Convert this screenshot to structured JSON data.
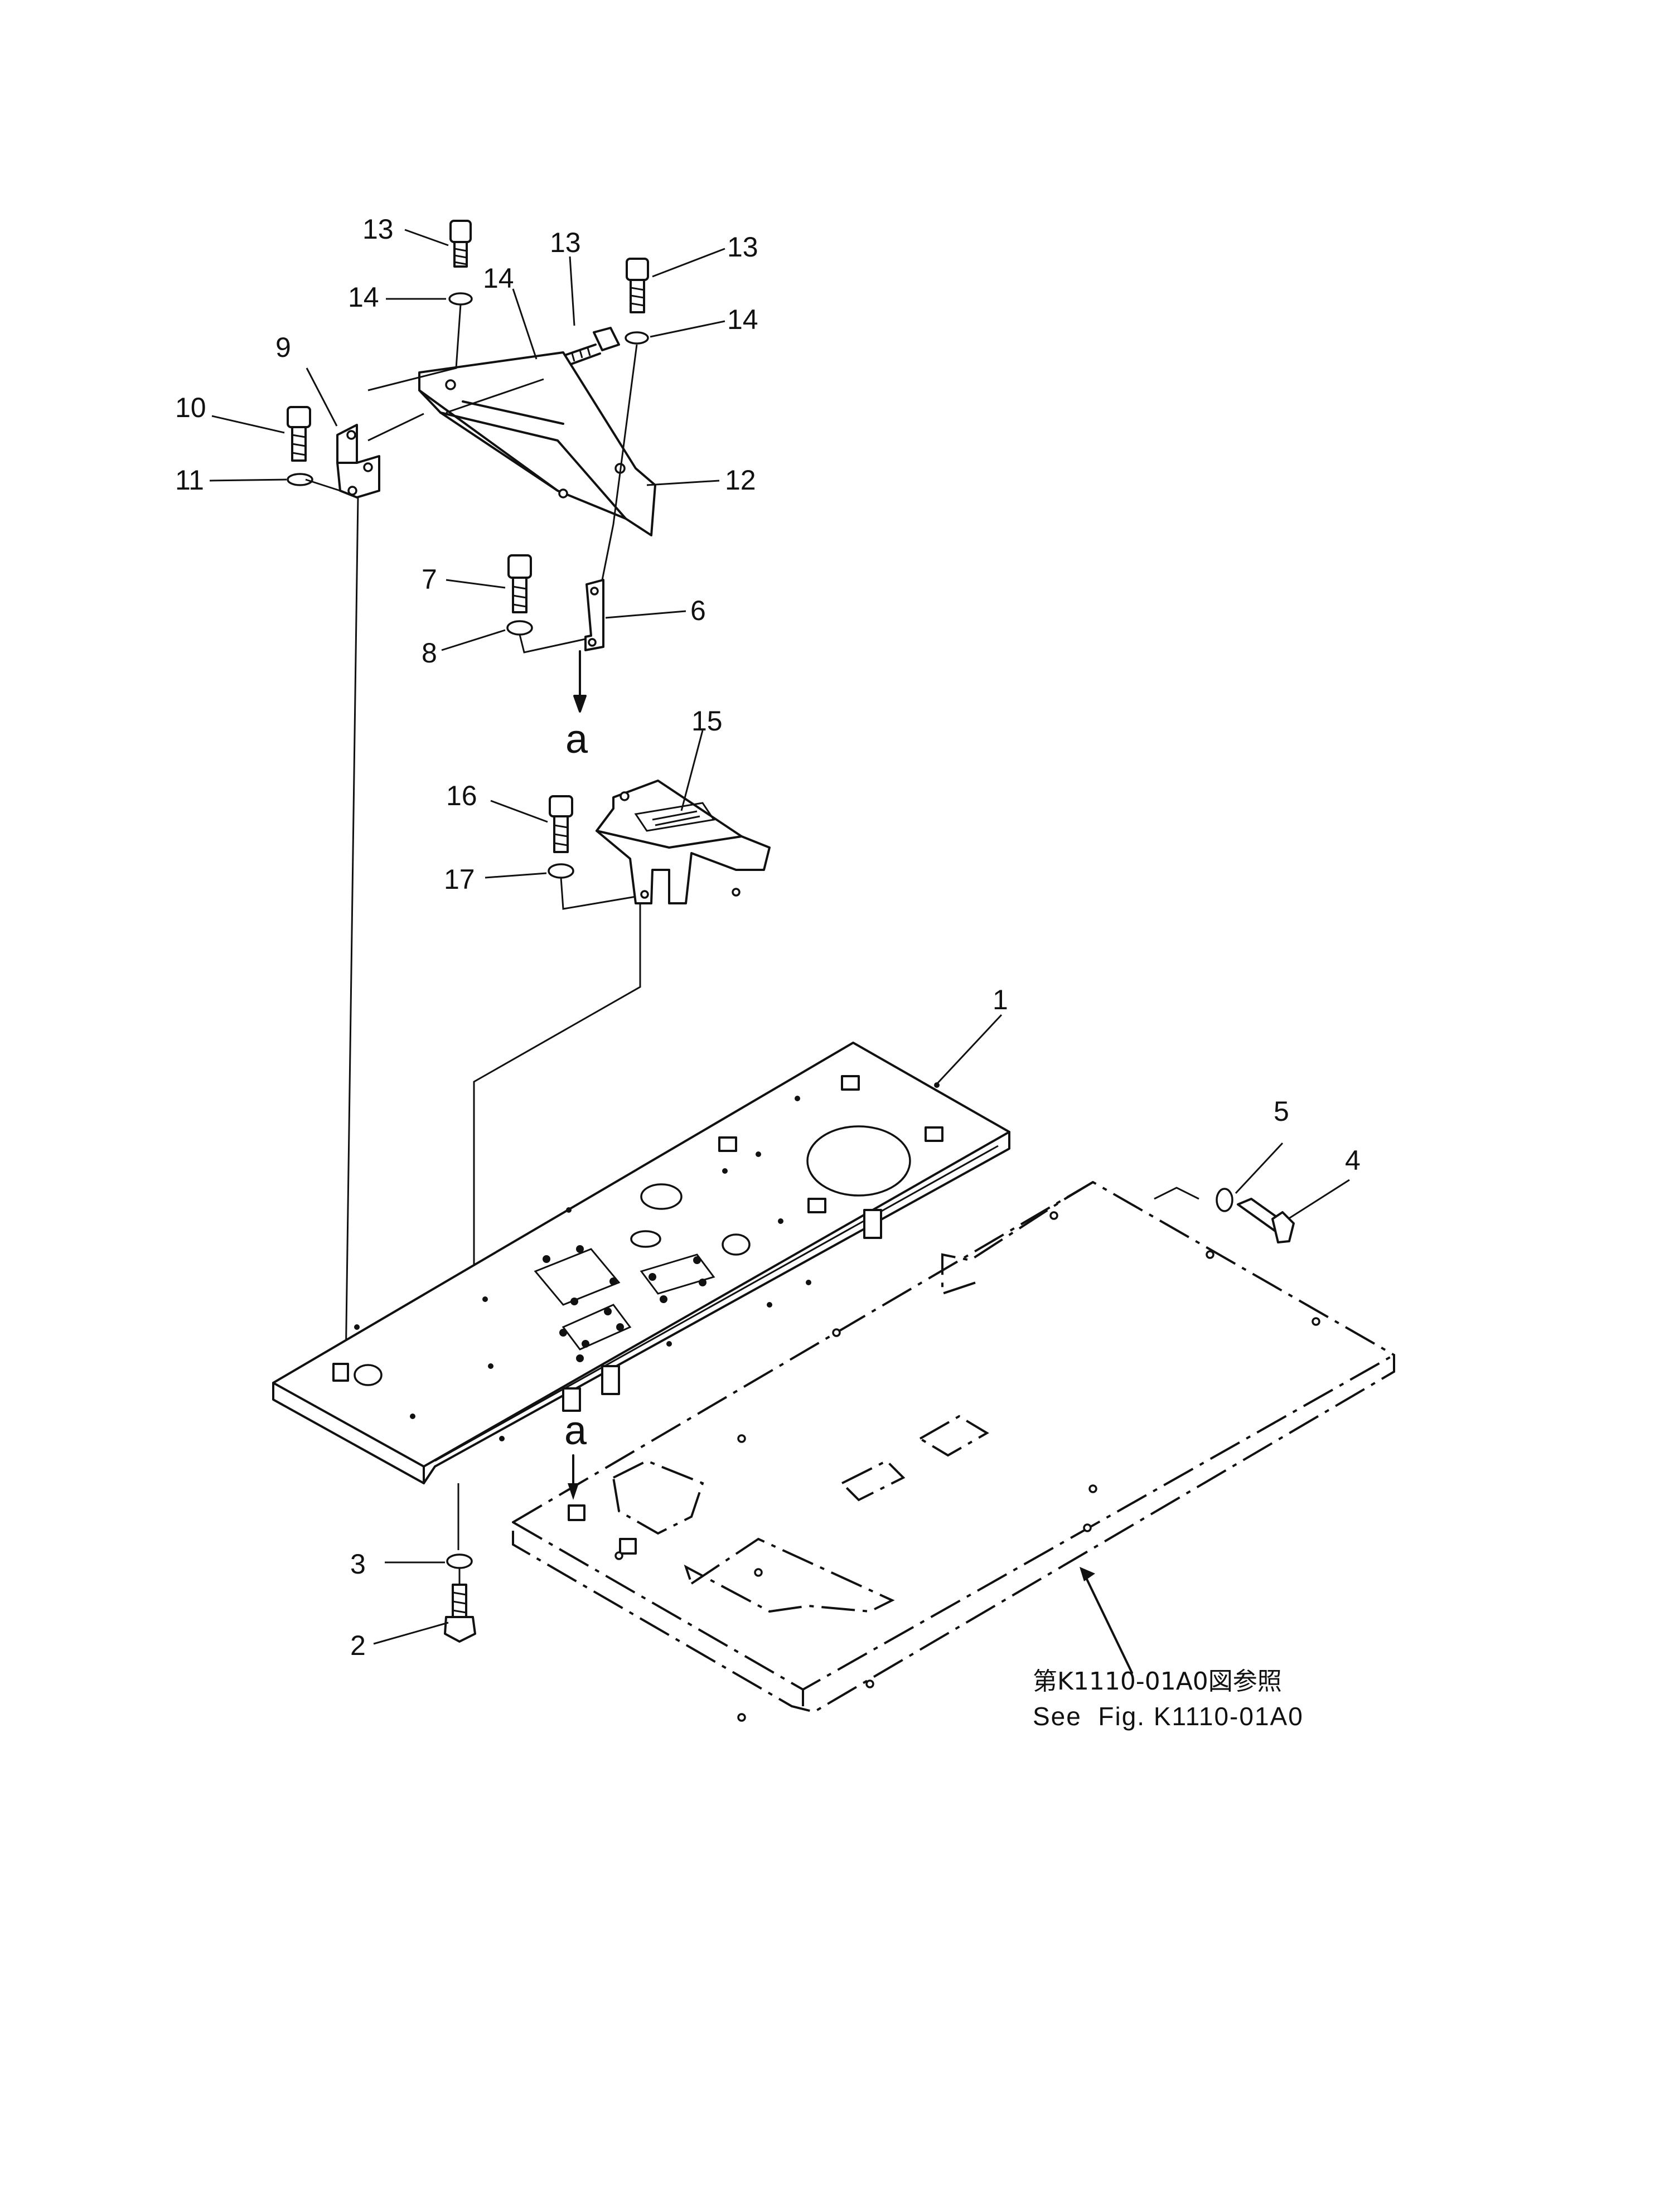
{
  "diagram": {
    "callouts": {
      "c1": "1",
      "c2": "2",
      "c3": "3",
      "c4": "4",
      "c5": "5",
      "c6": "6",
      "c7": "7",
      "c8": "8",
      "c9": "9",
      "c10": "10",
      "c11": "11",
      "c12": "12",
      "c13a": "13",
      "c13b": "13",
      "c13c": "13",
      "c14a": "14",
      "c14b": "14",
      "c14c": "14",
      "c15": "15",
      "c16": "16",
      "c17": "17"
    },
    "connection_marks": {
      "upper": "a",
      "lower": "a"
    },
    "reference_note": {
      "line_jp": "第K1110-01A0図参照",
      "line_en": "See  Fig. K1110-01A0"
    }
  }
}
